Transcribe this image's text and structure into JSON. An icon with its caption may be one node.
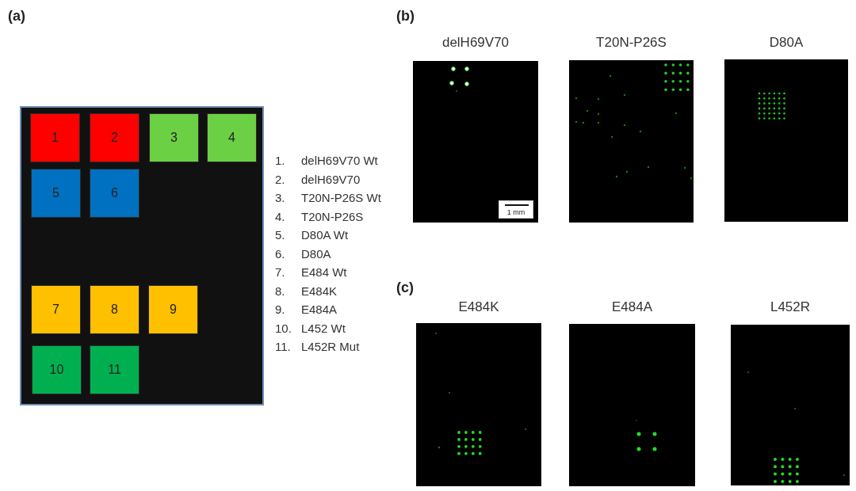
{
  "diagram": {
    "nodes": [
      {
        "text": [],
        "shape": "box"
      },
      {
        "text": [
          "1"
        ],
        "in": 0
      },
      {
        "text": [
          "2"
        ],
        "in": 0
      },
      {
        "text": [
          "3"
        ],
        "in": 0
      },
      {
        "text": [
          "4"
        ],
        "in": 0
      },
      {
        "text": [
          "5"
        ],
        "in": 0
      },
      {
        "text": [
          "6"
        ],
        "in": 0
      },
      {
        "text": [
          "7"
        ],
        "in": 0
      },
      {
        "text": [
          "8"
        ],
        "in": 0
      },
      {
        "text": [
          "9"
        ],
        "in": 0
      },
      {
        "text": [
          "10"
        ],
        "in": 0
      },
      {
        "text": [
          "11"
        ],
        "in": 0
      },
      {
        "text": [
          "delH69V70"
        ]
      },
      {
        "text": [
          "1 mm"
        ],
        "in": 12
      },
      {
        "text": [
          "T20N-P26S"
        ]
      },
      {
        "text": [
          "D80A"
        ]
      },
      {
        "text": [
          "E484K"
        ]
      },
      {
        "text": [
          "E484A"
        ]
      },
      {
        "text": [
          "L452R"
        ]
      }
    ],
    "labels": [
      "(a)",
      "(b)",
      "1.",
      "delH69V70 Wt",
      "2.",
      "delH69V70",
      "3.",
      "T20N-P26S Wt",
      "4.",
      "T20N-P26S",
      "5.",
      "D80A Wt",
      "6.",
      "D80A",
      "7.",
      "E484 Wt",
      "8.",
      "E484K",
      "9.",
      "E484A",
      "10.",
      "L452 Wt",
      "11.",
      "L452R Mut",
      "(c)"
    ]
  }
}
